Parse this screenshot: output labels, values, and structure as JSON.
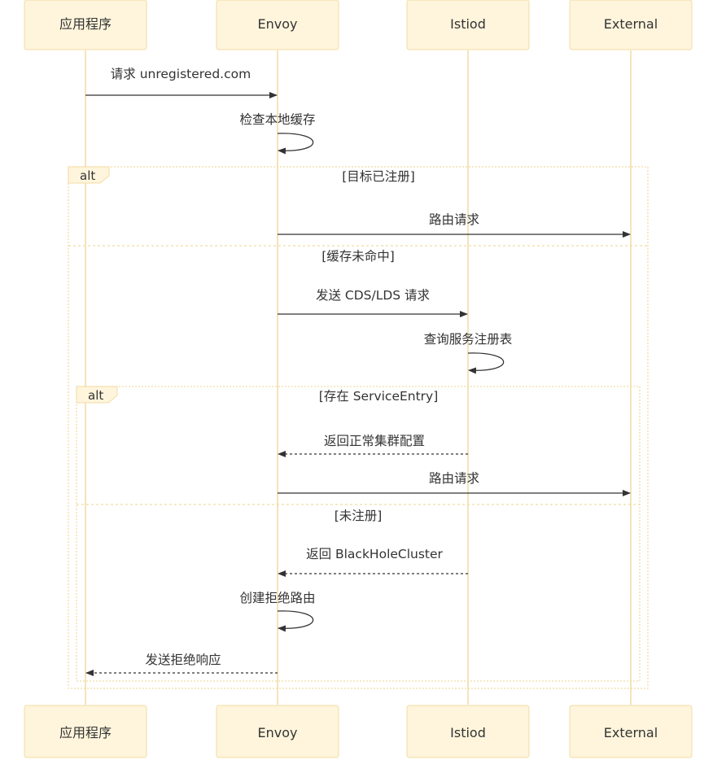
{
  "participants": [
    {
      "id": "app",
      "label": "应用程序"
    },
    {
      "id": "envoy",
      "label": "Envoy"
    },
    {
      "id": "istiod",
      "label": "Istiod"
    },
    {
      "id": "external",
      "label": "External"
    }
  ],
  "messages": [
    {
      "from": "app",
      "to": "envoy",
      "label": "请求 unregistered.com",
      "style": "solid"
    },
    {
      "from": "envoy",
      "to": "envoy",
      "label": "检查本地缓存",
      "style": "solid"
    },
    {
      "from": "envoy",
      "to": "external",
      "label": "路由请求",
      "style": "solid"
    },
    {
      "from": "envoy",
      "to": "istiod",
      "label": "发送 CDS/LDS 请求",
      "style": "solid"
    },
    {
      "from": "istiod",
      "to": "istiod",
      "label": "查询服务注册表",
      "style": "solid"
    },
    {
      "from": "istiod",
      "to": "envoy",
      "label": "返回正常集群配置",
      "style": "dashed"
    },
    {
      "from": "envoy",
      "to": "external",
      "label": "路由请求",
      "style": "solid"
    },
    {
      "from": "istiod",
      "to": "envoy",
      "label": "返回 BlackHoleCluster",
      "style": "dashed"
    },
    {
      "from": "envoy",
      "to": "envoy",
      "label": "创建拒绝路由",
      "style": "solid"
    },
    {
      "from": "envoy",
      "to": "app",
      "label": "发送拒绝响应",
      "style": "dashed"
    }
  ],
  "fragments": [
    {
      "type": "alt",
      "sections": [
        "[目标已注册]",
        "[缓存未命中]"
      ]
    },
    {
      "type": "alt",
      "sections": [
        "[存在 ServiceEntry]",
        "[未注册]"
      ]
    }
  ]
}
